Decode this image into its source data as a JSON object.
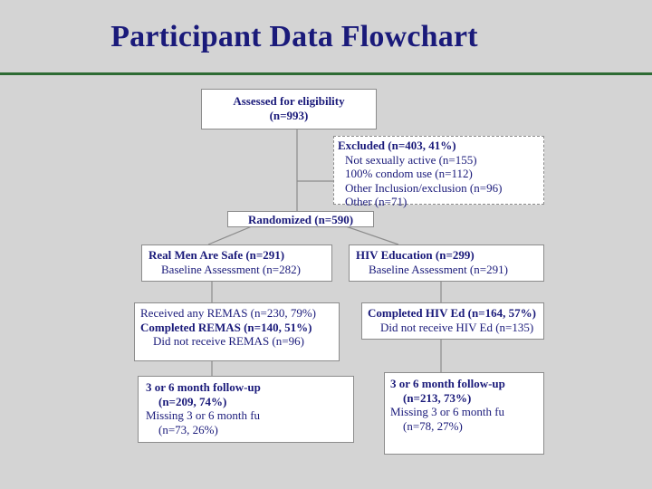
{
  "slide": {
    "title": "Participant Data Flowchart"
  },
  "assessed": {
    "line1": "Assessed for eligibility",
    "line2": "(n=993)"
  },
  "excluded": {
    "header": "Excluded (n=403, 41%)",
    "items": [
      "Not sexually active (n=155)",
      "100% condom use (n=112)",
      "Other Inclusion/exclusion (n=96)",
      "Other (n=71)"
    ]
  },
  "randomized": {
    "label": "Randomized (n=590)"
  },
  "arm_rmas": {
    "name": "Real Men Are Safe (n=291)",
    "baseline": "Baseline Assessment (n=282)",
    "received": "Received any REMAS (n=230, 79%)",
    "completed": "Completed REMAS (n=140, 51%)",
    "not_received": "Did not receive REMAS (n=96)",
    "fu_line1": "3 or 6 month follow-up",
    "fu_line2": "(n=209, 74%)",
    "missing_line1": "Missing 3 or 6 month fu",
    "missing_line2": "(n=73, 26%)"
  },
  "arm_hiv": {
    "name": "HIV Education (n=299)",
    "baseline": "Baseline Assessment (n=291)",
    "completed": "Completed HIV Ed (n=164, 57%)",
    "not_received": "Did not receive HIV Ed (n=135)",
    "fu_line1": "3 or 6 month follow-up",
    "fu_line2": "(n=213, 73%)",
    "missing_line1": "Missing 3 or 6 month fu",
    "missing_line2": "(n=78, 27%)"
  }
}
